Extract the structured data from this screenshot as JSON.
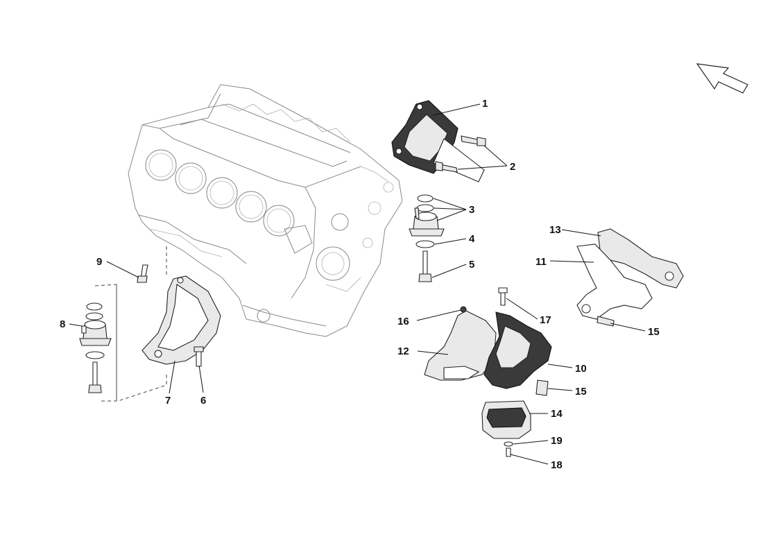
{
  "diagram": {
    "callouts": [
      {
        "id": "c1",
        "text": "1"
      },
      {
        "id": "c2",
        "text": "2"
      },
      {
        "id": "c3",
        "text": "3"
      },
      {
        "id": "c4",
        "text": "4"
      },
      {
        "id": "c5",
        "text": "5"
      },
      {
        "id": "c6",
        "text": "6"
      },
      {
        "id": "c7",
        "text": "7"
      },
      {
        "id": "c8",
        "text": "8"
      },
      {
        "id": "c9",
        "text": "9"
      },
      {
        "id": "c10",
        "text": "10"
      },
      {
        "id": "c11",
        "text": "11"
      },
      {
        "id": "c12",
        "text": "12"
      },
      {
        "id": "c13",
        "text": "13"
      },
      {
        "id": "c14",
        "text": "14"
      },
      {
        "id": "c15a",
        "text": "15"
      },
      {
        "id": "c15b",
        "text": "15"
      },
      {
        "id": "c16",
        "text": "16"
      },
      {
        "id": "c17",
        "text": "17"
      },
      {
        "id": "c18",
        "text": "18"
      },
      {
        "id": "c19",
        "text": "19"
      }
    ],
    "direction_arrow_icon": "arrow-up-left-icon"
  }
}
